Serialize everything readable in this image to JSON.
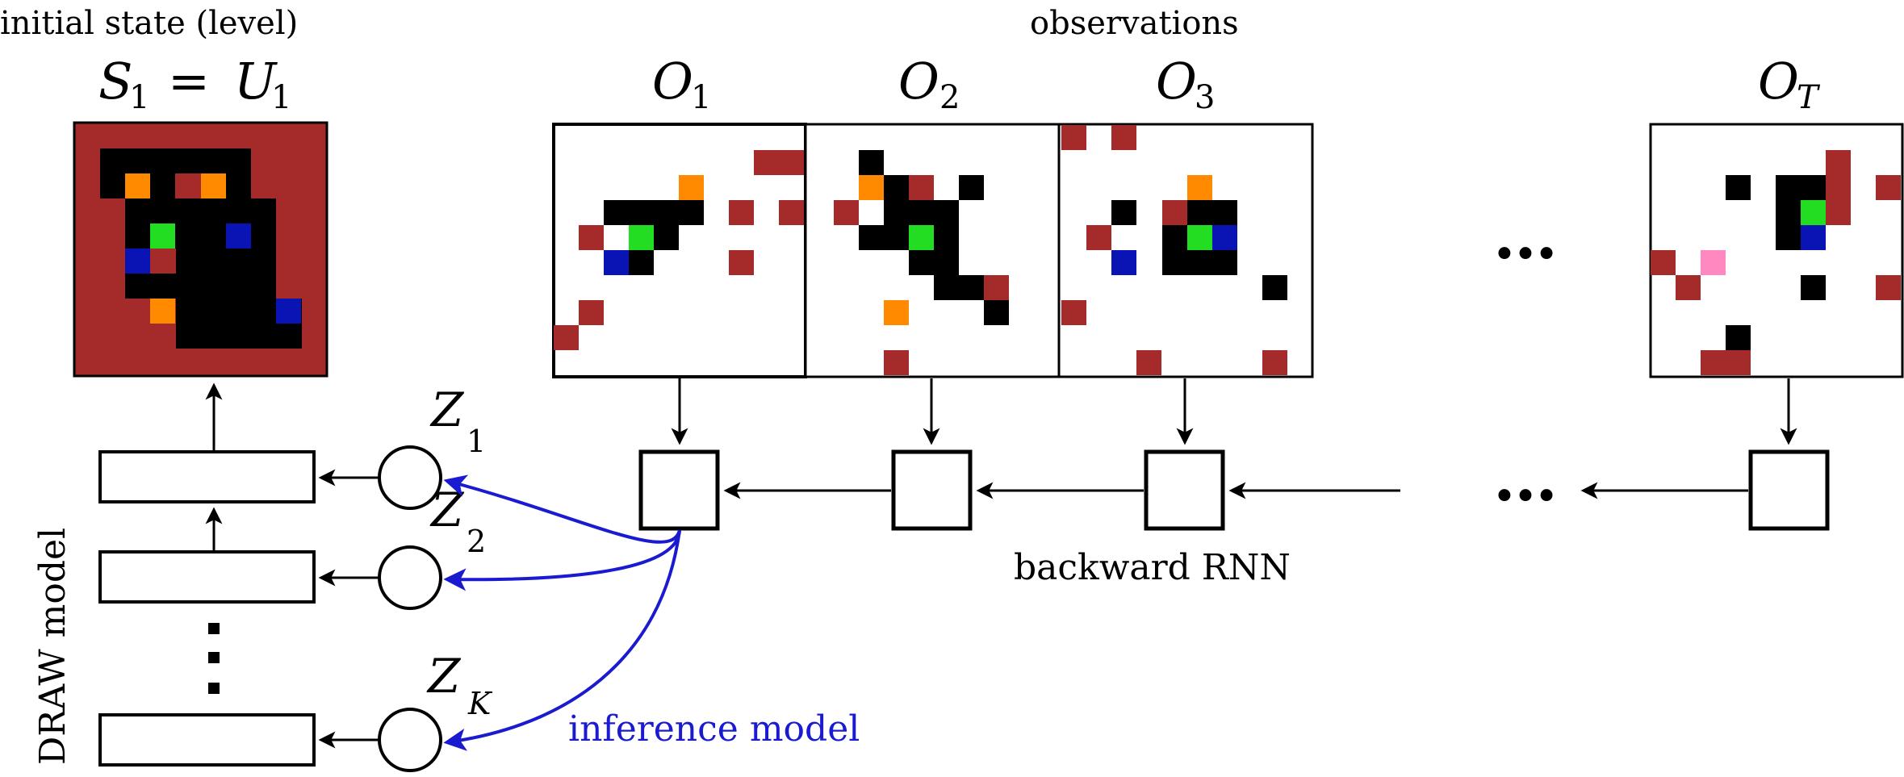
{
  "header": {
    "initial_state_label": "initial state (level)",
    "s1_symbol": "S",
    "s1_subscript": "1",
    "equals": "=",
    "u1_symbol": "U",
    "u1_subscript": "1",
    "observations_label": "observations"
  },
  "observations": [
    {
      "symbol": "O",
      "subscript": "1"
    },
    {
      "symbol": "O",
      "subscript": "2"
    },
    {
      "symbol": "O",
      "subscript": "3"
    },
    {
      "symbol": "O",
      "subscript": "T"
    }
  ],
  "ellipsis": "…",
  "latents": [
    {
      "symbol": "Z",
      "subscript": "1"
    },
    {
      "symbol": "Z",
      "subscript": "2"
    },
    {
      "symbol": "Z",
      "subscript": "K"
    }
  ],
  "labels": {
    "draw_model": "DRAW model",
    "backward_rnn": "backward RNN",
    "inference_model": "inference model"
  },
  "colors": {
    "wall": "#a52a2a",
    "agent": "#000000",
    "green": "#22dd22",
    "blue": "#0a14b4",
    "orange": "#ff8a00",
    "pink": "#ff88c0",
    "inference": "#1a1ad0"
  }
}
